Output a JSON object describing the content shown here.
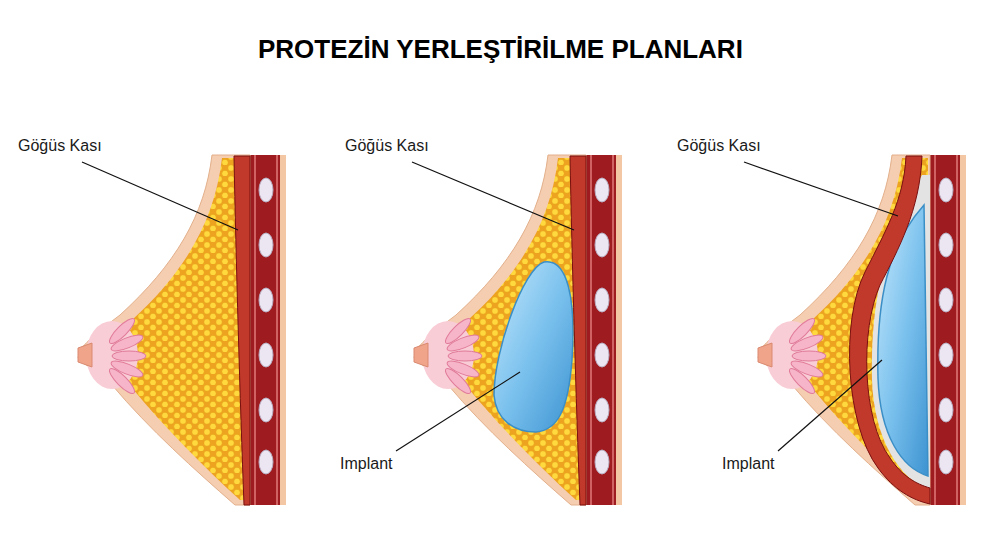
{
  "diagram": {
    "title": "PROTEZİN YERLEŞTİRİLME PLANLARI",
    "labels": [
      "Göğüs Kası",
      "Göğüs Kası",
      "Göğüs Kası",
      "Implant",
      "Implant"
    ]
  }
}
